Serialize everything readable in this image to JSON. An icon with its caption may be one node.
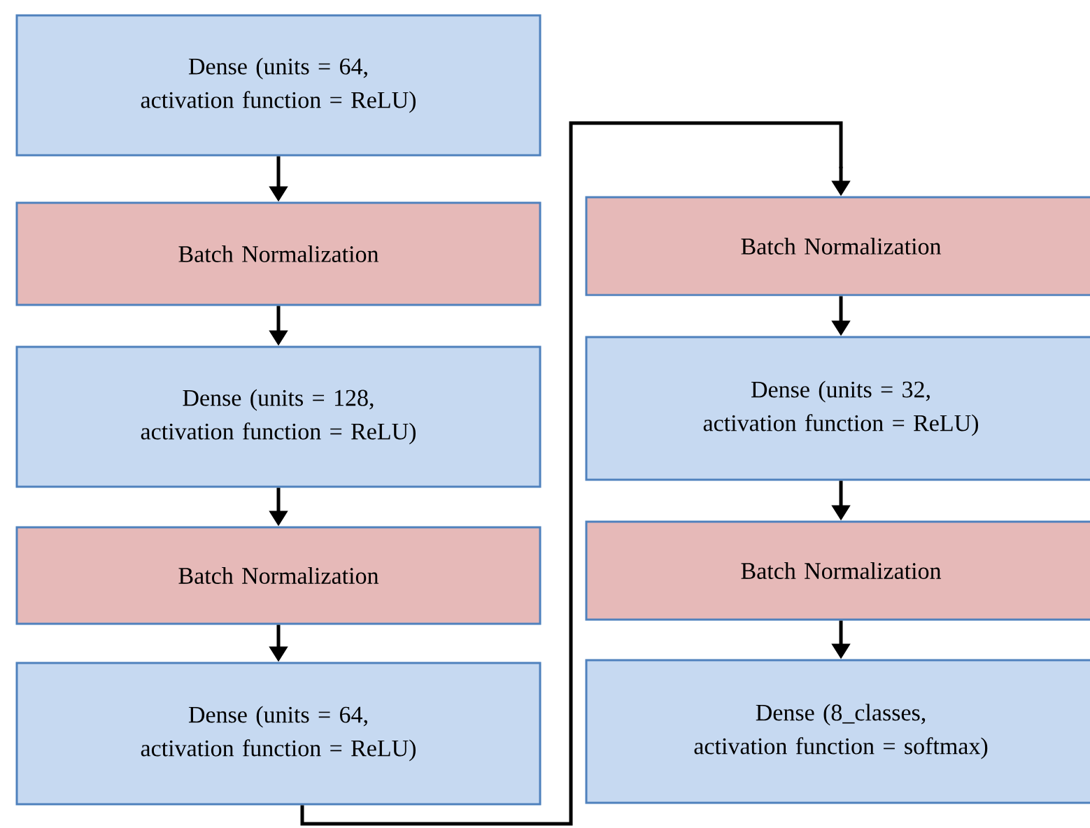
{
  "diagram": {
    "nodes": [
      {
        "text": [
          "Dense (units = 64, activation function = ReLU)"
        ]
      },
      {
        "text": [
          "Batch Normalization"
        ]
      },
      {
        "text": [
          "Dense (units = 128, activation function = ReLU)"
        ]
      },
      {
        "text": [
          "Batch Normalization"
        ]
      },
      {
        "text": [
          "Dense (units = 64, activation function = ReLU)"
        ]
      },
      {
        "text": [
          "Batch Normalization"
        ]
      },
      {
        "text": [
          "Dense (units = 32, activation function = ReLU)"
        ]
      },
      {
        "text": [
          "Batch Normalization"
        ]
      },
      {
        "text": [
          "Dense (8_classes, activation function = softmax)"
        ]
      }
    ],
    "edges": [
      {
        "from": 0,
        "to": 1,
        "arrow": "to"
      },
      {
        "from": 1,
        "to": 2,
        "arrow": "to"
      },
      {
        "from": 2,
        "to": 3,
        "arrow": "to"
      },
      {
        "from": 3,
        "to": 4,
        "arrow": "to"
      },
      {
        "from": 4,
        "to": 5,
        "arrow": "to"
      },
      {
        "from": 5,
        "to": 6,
        "arrow": "to"
      },
      {
        "from": 6,
        "to": 7,
        "arrow": "to"
      },
      {
        "from": 7,
        "to": 8,
        "arrow": "to"
      }
    ]
  }
}
